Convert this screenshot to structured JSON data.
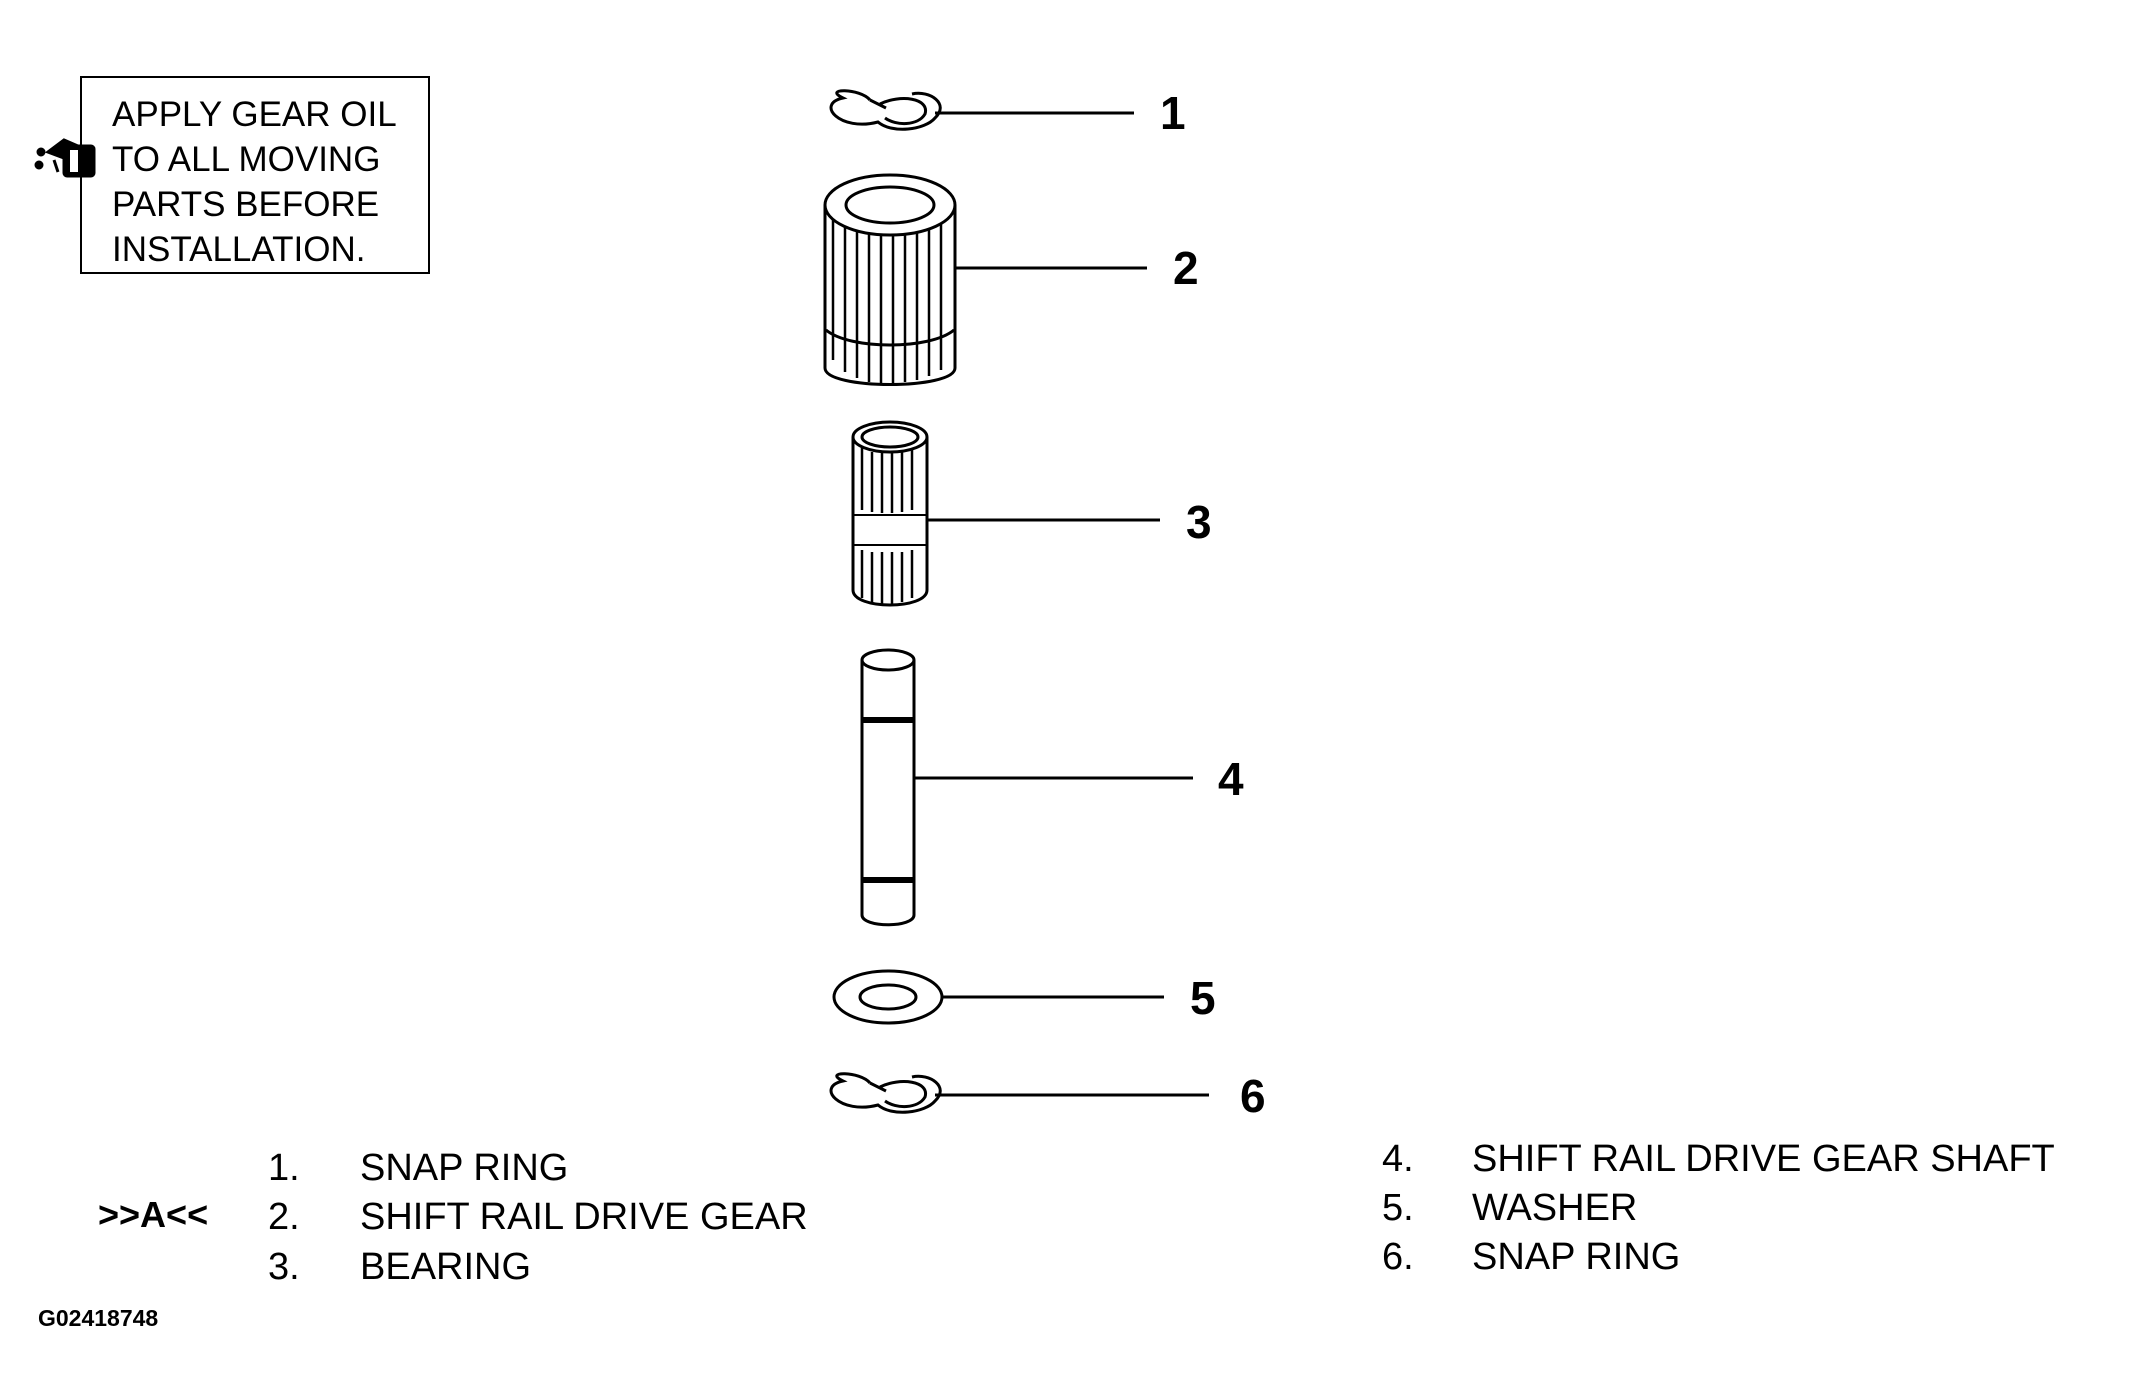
{
  "note": {
    "lines": [
      "APPLY GEAR OIL",
      "TO ALL MOVING",
      "PARTS BEFORE",
      "INSTALLATION."
    ],
    "icon": "oil-can-icon"
  },
  "callouts": [
    "1",
    "2",
    "3",
    "4",
    "5",
    "6"
  ],
  "legend": [
    {
      "num": "1.",
      "label": "SNAP RING"
    },
    {
      "num": "2.",
      "label": "SHIFT RAIL DRIVE GEAR"
    },
    {
      "num": "3.",
      "label": "BEARING"
    },
    {
      "num": "4.",
      "label": "SHIFT RAIL DRIVE GEAR SHAFT"
    },
    {
      "num": "5.",
      "label": "WASHER"
    },
    {
      "num": "6.",
      "label": "SNAP RING"
    }
  ],
  "reference_mark": ">>A<<",
  "figure_id": "G02418748",
  "colors": {
    "line": "#000000",
    "background": "#ffffff",
    "metal_fill": "#ffffff"
  }
}
